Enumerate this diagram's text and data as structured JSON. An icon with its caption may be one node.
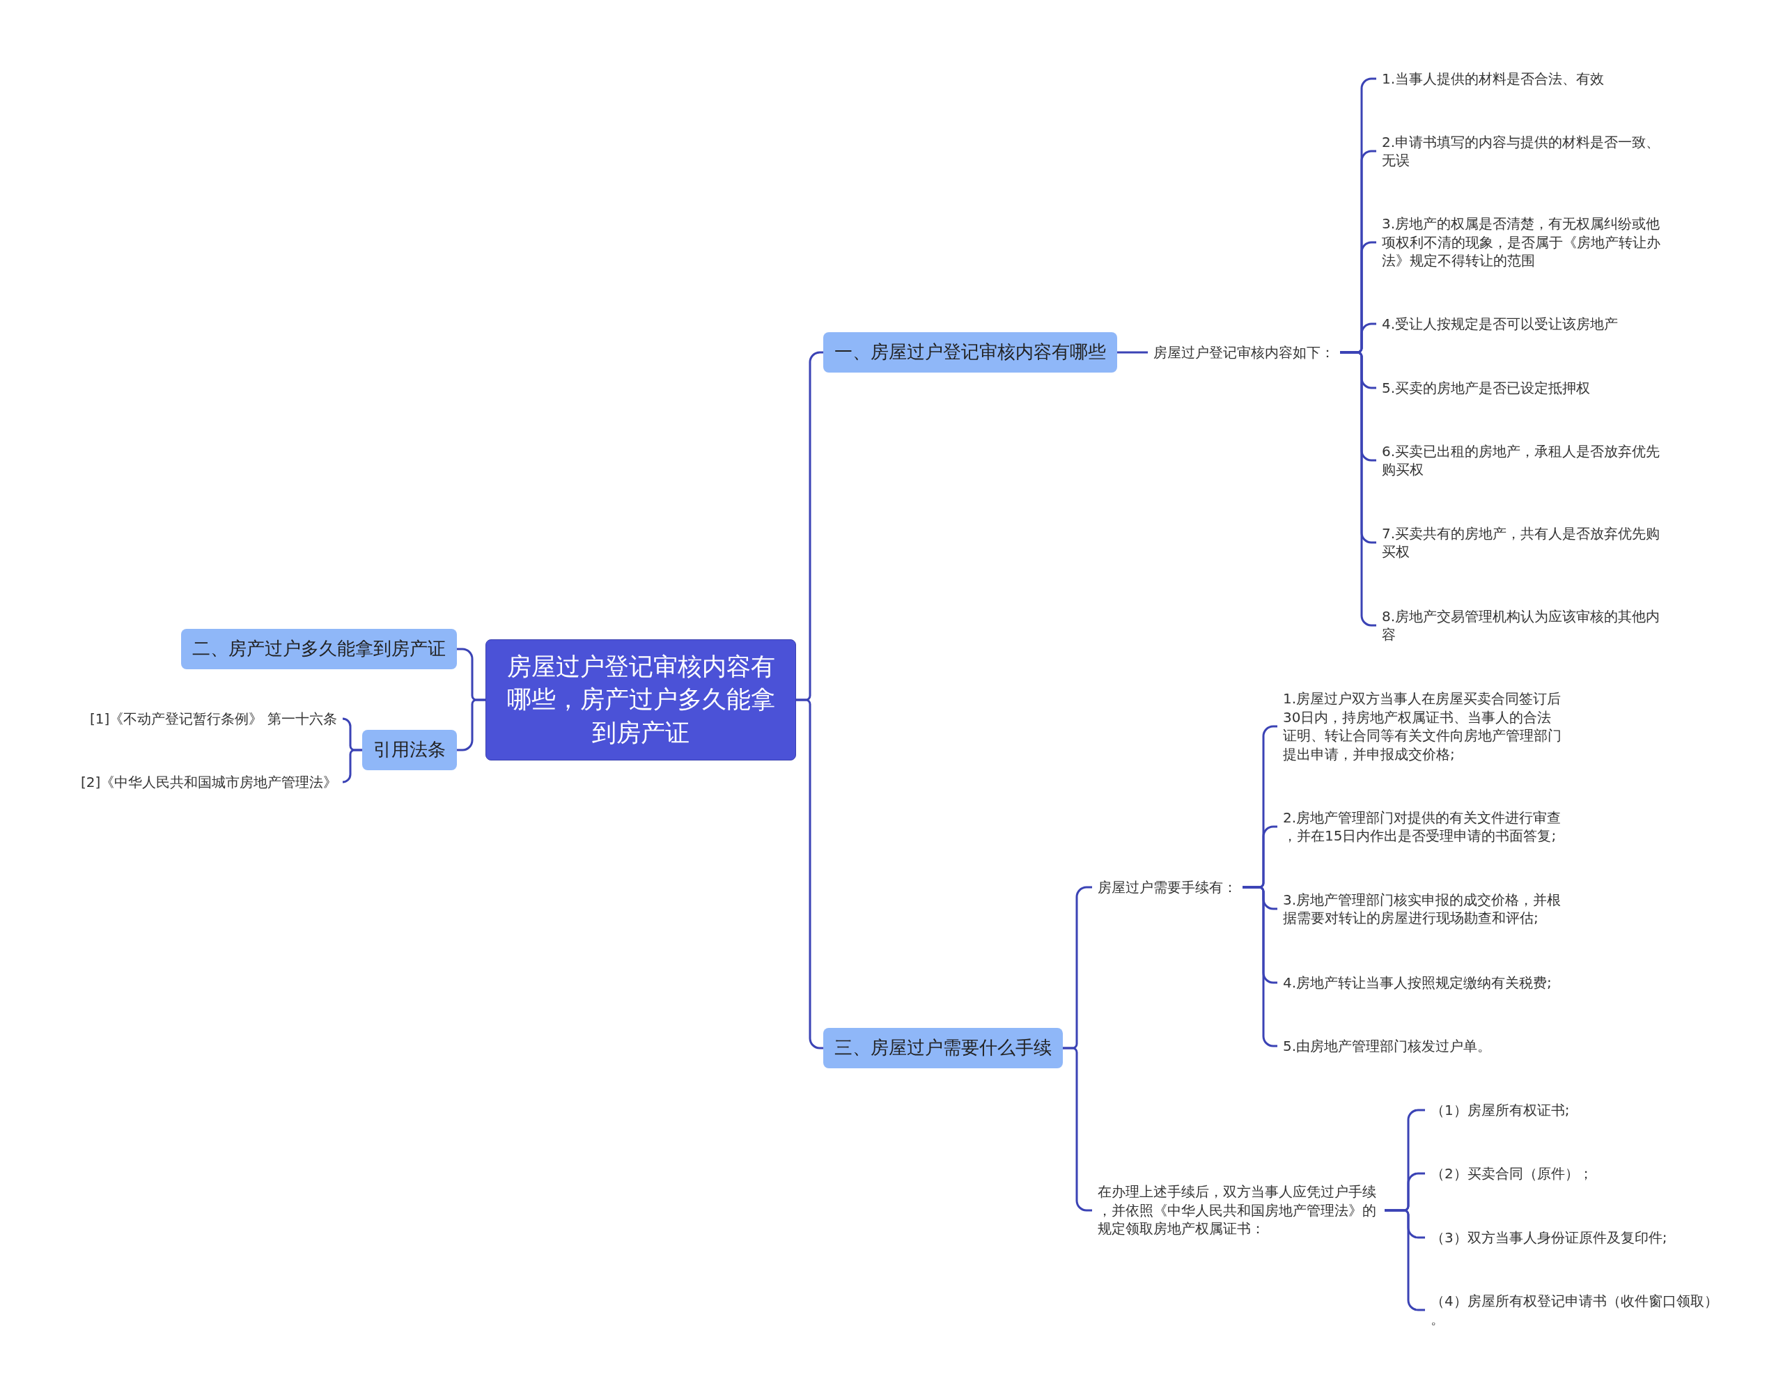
{
  "diagram": {
    "nodes": [
      {
        "text": [
          "房屋过户登记审核内容有哪些，房产过户多久能拿到房产证"
        ]
      },
      {
        "text": [
          "一、房屋过户登记审核内容有哪些"
        ]
      },
      {
        "text": [
          "房屋过户登记审核内容如下："
        ]
      },
      {
        "text": [
          "1.当事人提供的材料是否合法、有效"
        ]
      },
      {
        "text": [
          "2.申请书填写的内容与提供的材料是否一致、无误"
        ]
      },
      {
        "text": [
          "3.房地产的权属是否清楚，有无权属纠纷或他项权利不清的现象，是否属于《房地产转让办法》规定不得转让的范围"
        ]
      },
      {
        "text": [
          "4.受让人按规定是否可以受让该房地产"
        ]
      },
      {
        "text": [
          "5.买卖的房地产是否已设定抵押权"
        ]
      },
      {
        "text": [
          "6.买卖已出租的房地产，承租人是否放弃优先购买权"
        ]
      },
      {
        "text": [
          "7.买卖共有的房地产，共有人是否放弃优先购买权"
        ]
      },
      {
        "text": [
          "8.房地产交易管理机构认为应该审核的其他内容"
        ]
      },
      {
        "text": [
          "三、房屋过户需要什么手续"
        ]
      },
      {
        "text": [
          "房屋过户需要手续有："
        ]
      },
      {
        "text": [
          "1.房屋过户双方当事人在房屋买卖合同签订后30日内，持房地产权属证书、当事人的合法证明、转让合同等有关文件向房地产管理部门提出申请，并申报成交价格;"
        ]
      },
      {
        "text": [
          "2.房地产管理部门对提供的有关文件进行审查，并在15日内作出是否受理申请的书面答复;"
        ]
      },
      {
        "text": [
          "3.房地产管理部门核实申报的成交价格，并根据需要对转让的房屋进行现场勘查和评估;"
        ]
      },
      {
        "text": [
          "4.房地产转让当事人按照规定缴纳有关税费;"
        ]
      },
      {
        "text": [
          "5.由房地产管理部门核发过户单。"
        ]
      },
      {
        "text": [
          "在办理上述手续后，双方当事人应凭过户手续，并依照《中华人民共和国房地产管理法》的规定领取房地产权属证书："
        ]
      },
      {
        "text": [
          "（1）房屋所有权证书;"
        ]
      },
      {
        "text": [
          "（2）买卖合同（原件）；"
        ]
      },
      {
        "text": [
          "（3）双方当事人身份证原件及复印件;"
        ]
      },
      {
        "text": [
          "（4）房屋所有权登记申请书（收件窗口领取）。"
        ]
      },
      {
        "text": [
          "二、房产过户多久能拿到房产证"
        ]
      },
      {
        "text": [
          "引用法条"
        ]
      },
      {
        "text": [
          "[1]《不动产登记暂行条例》 第一十六条"
        ]
      },
      {
        "text": [
          "[2]《中华人民共和国城市房地产管理法》"
        ]
      }
    ],
    "edges": [
      {
        "from": 0,
        "to": 1,
        "arrow": "none"
      },
      {
        "from": 1,
        "to": 2,
        "arrow": "none"
      },
      {
        "from": 2,
        "to": 3,
        "arrow": "none"
      },
      {
        "from": 2,
        "to": 4,
        "arrow": "none"
      },
      {
        "from": 2,
        "to": 5,
        "arrow": "none"
      },
      {
        "from": 2,
        "to": 6,
        "arrow": "none"
      },
      {
        "from": 2,
        "to": 7,
        "arrow": "none"
      },
      {
        "from": 2,
        "to": 8,
        "arrow": "none"
      },
      {
        "from": 2,
        "to": 9,
        "arrow": "none"
      },
      {
        "from": 2,
        "to": 10,
        "arrow": "none"
      },
      {
        "from": 0,
        "to": 11,
        "arrow": "none"
      },
      {
        "from": 11,
        "to": 12,
        "arrow": "none"
      },
      {
        "from": 12,
        "to": 13,
        "arrow": "none"
      },
      {
        "from": 12,
        "to": 14,
        "arrow": "none"
      },
      {
        "from": 12,
        "to": 15,
        "arrow": "none"
      },
      {
        "from": 12,
        "to": 16,
        "arrow": "none"
      },
      {
        "from": 12,
        "to": 17,
        "arrow": "none"
      },
      {
        "from": 11,
        "to": 18,
        "arrow": "none"
      },
      {
        "from": 18,
        "to": 19,
        "arrow": "none"
      },
      {
        "from": 18,
        "to": 20,
        "arrow": "none"
      },
      {
        "from": 18,
        "to": 21,
        "arrow": "none"
      },
      {
        "from": 18,
        "to": 22,
        "arrow": "none"
      },
      {
        "from": 0,
        "to": 23,
        "arrow": "none"
      },
      {
        "from": 0,
        "to": 24,
        "arrow": "none"
      },
      {
        "from": 24,
        "to": 25,
        "arrow": "none"
      },
      {
        "from": 24,
        "to": 26,
        "arrow": "none"
      }
    ]
  }
}
